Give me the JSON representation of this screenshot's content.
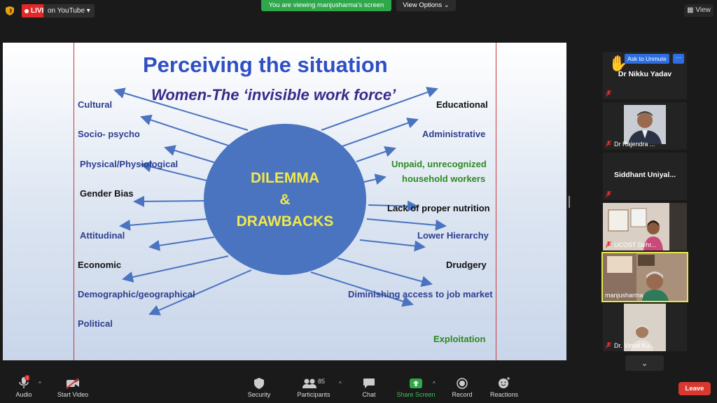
{
  "topbar": {
    "live_label": "LIVE",
    "youtube_label": "on YouTube",
    "banner_text": "You are viewing manjusharma's screen",
    "view_options_label": "View Options",
    "view_label": "View"
  },
  "slide": {
    "title": "Perceiving the situation",
    "subtitle": "Women-The ‘invisible work force’",
    "center_line1": "DILEMMA",
    "center_line2": "&",
    "center_line3": "DRAWBACKS",
    "left_items": [
      "Cultural",
      "Socio- psycho",
      "Physical/Physiological",
      "Gender Bias",
      "Attitudinal",
      "Economic",
      "Demographic/geographical",
      "Political"
    ],
    "right_items": [
      "Educational",
      "Administrative",
      "Unpaid, unrecognized",
      "household workers",
      "Lack of proper nutrition",
      "Lower Hierarchy",
      "Drudgery",
      "Diminishing access to job market",
      "Exploitation"
    ]
  },
  "participants": {
    "tiles": [
      {
        "name": "Dr Nikku Yadav",
        "ask_label": "Ask to Unmute",
        "more_label": "···"
      },
      {
        "name": "Dr Rajendra ..."
      },
      {
        "name": "Siddhant Uniyal..."
      },
      {
        "name": "UCOST Dehr..."
      },
      {
        "name": "manjusharma"
      },
      {
        "name": "Dr. Vinod Ku..."
      }
    ]
  },
  "toolbar": {
    "audio": "Audio",
    "start_video": "Start Video",
    "security": "Security",
    "participants": "Participants",
    "participant_count": "85",
    "chat": "Chat",
    "share_screen": "Share Screen",
    "record": "Record",
    "reactions": "Reactions",
    "leave": "Leave",
    "mic_badge": "!"
  },
  "colors": {
    "share_green": "#2ea84a",
    "leave_red": "#d9382f",
    "live_red": "#e02828",
    "active_speaker": "#e6e84a"
  }
}
